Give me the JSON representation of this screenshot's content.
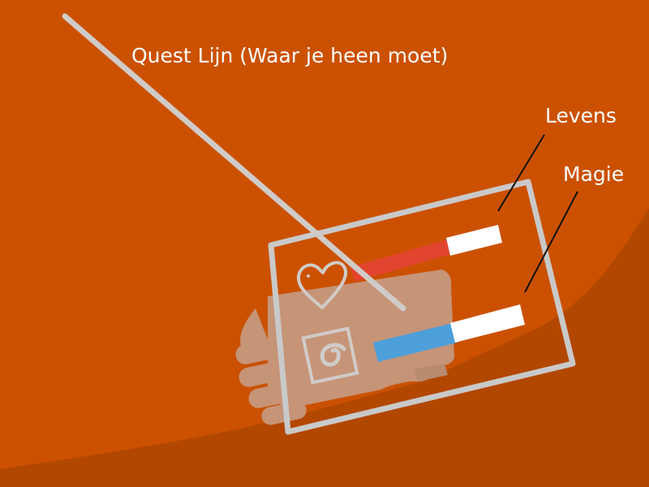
{
  "labels": {
    "quest_line": "Quest Lijn (Waar je heen moet)",
    "health": "Levens",
    "magic": "Magie"
  },
  "hud": {
    "health_fill": 0.6,
    "magic_fill": 0.54,
    "health_icon": "heart-icon",
    "magic_icon": "spiral-icon"
  },
  "colors": {
    "background": "#cb5100",
    "ground": "#b24700",
    "hand": "#c69477",
    "hud_frame": "#c9c9c9",
    "quest_line": "#d0cbc8",
    "health": "#e2452f",
    "magic": "#4d9fda",
    "bar_empty": "#ffffff"
  }
}
